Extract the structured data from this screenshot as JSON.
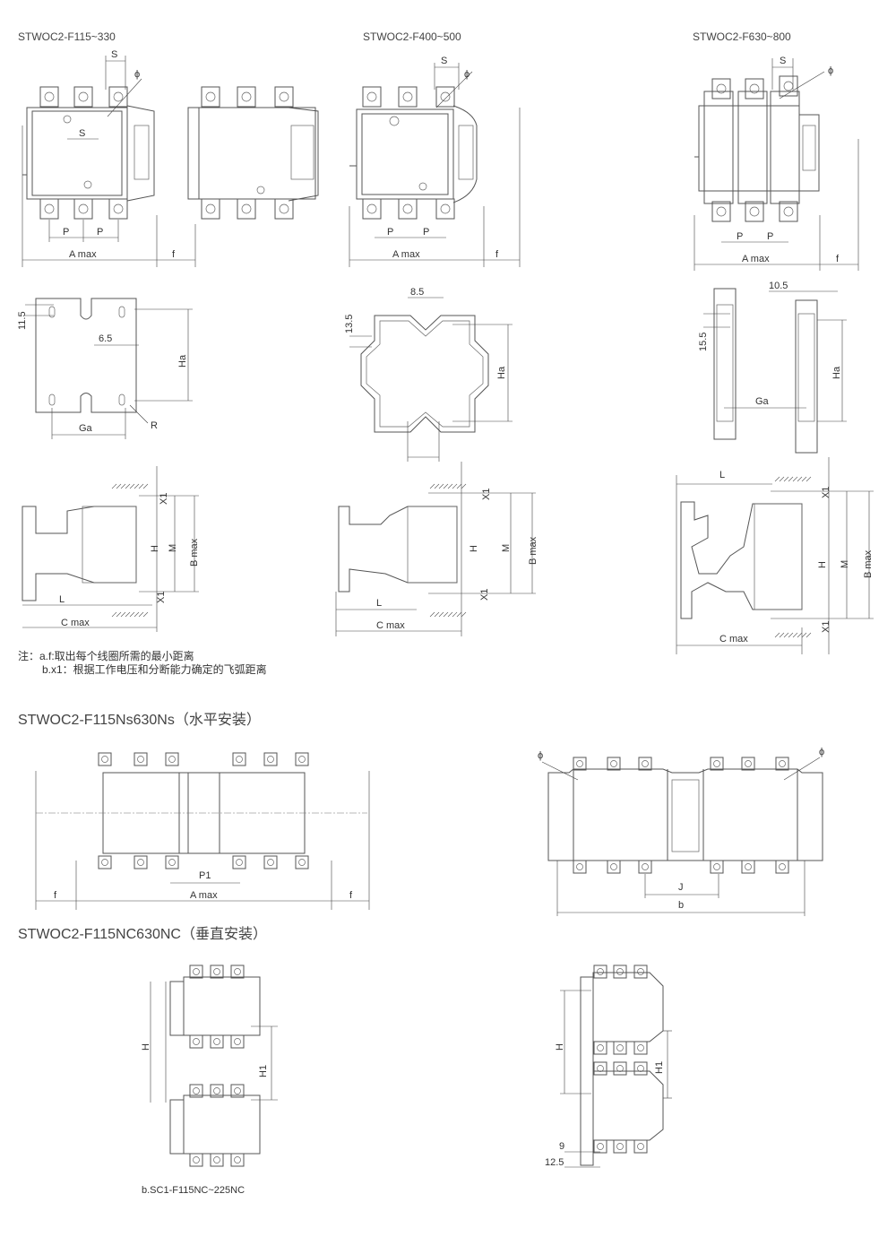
{
  "titles": {
    "f115_330": "STWOC2-F115~330",
    "f400_500": "STWOC2-F400~500",
    "f630_800": "STWOC2-F630~800",
    "horizontal": "STWOC2-F115Ns630Ns（水平安装）",
    "vertical": "STWOC2-F115NC630NC（垂直安装）",
    "vertical_caption": "b.SC1-F115NC~225NC"
  },
  "notes": {
    "a": "注：a.f:取出每个线圈所需的最小距离",
    "b": "b.x1：根据工作电压和分断能力确定的飞弧距离"
  },
  "dims": {
    "S": "S",
    "phi": "ϕ",
    "P": "P",
    "Amax": "A max",
    "f": "f",
    "d11_5": "11.5",
    "d6_5": "6.5",
    "Ha": "Ha",
    "Ga": "Ga",
    "R": "R",
    "d8_5": "8.5",
    "d13_5": "13.5",
    "d10_5": "10.5",
    "d15_5": "15.5",
    "X1": "X1",
    "H": "H",
    "M": "M",
    "Bmax": "B max",
    "L": "L",
    "Cmax": "C max",
    "P1": "P1",
    "J": "J",
    "b": "b",
    "H1": "H1",
    "d9": "9",
    "d12_5": "12.5"
  }
}
